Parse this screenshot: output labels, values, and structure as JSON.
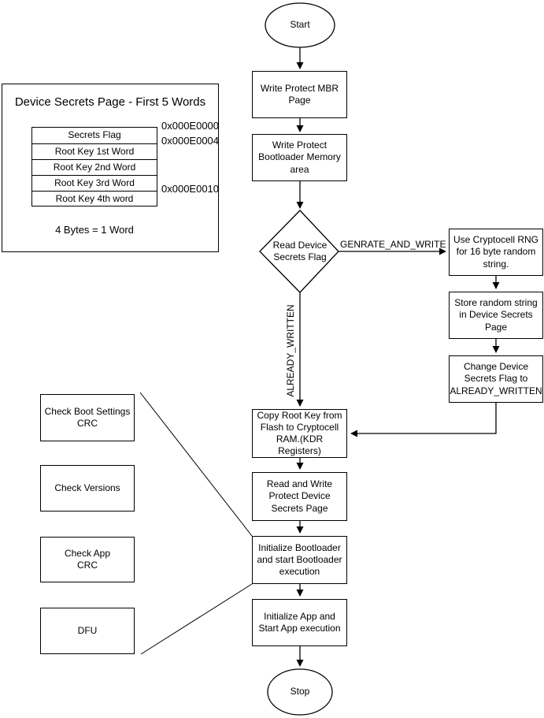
{
  "nodes": {
    "start": "Start",
    "write_protect_mbr": "Write Protect MBR\nPage",
    "write_protect_bootloader": "Write Protect\nBootloader Memory\narea",
    "read_secrets_flag": "Read Device\nSecrets Flag",
    "use_rng": "Use Cryptocell RNG\nfor 16 byte random\nstring.",
    "store_random": "Store random string\nin Device Secrets\nPage",
    "change_flag": "Change Device\nSecrets Flag to\nALREADY_WRITTEN",
    "copy_root_key": "Copy Root Key from\nFlash to Cryptocell\nRAM.(KDR\nRegisters)",
    "rw_protect": "Read and Write\nProtect Device\nSecrets Page",
    "init_bootloader": "Initialize Bootloader\nand start Bootloader\nexecution",
    "init_app": "Initialize App and\nStart App execution",
    "stop": "Stop"
  },
  "edges": {
    "generate_and_write": "GENRATE_AND_WRITE",
    "already_written": "ALREADY_WRITTEN"
  },
  "legend": {
    "title": "Device Secrets Page - First 5 Words",
    "rows": [
      "Secrets Flag",
      "Root Key 1st Word",
      "Root Key 2nd Word",
      "Root Key 3rd Word",
      "Root Key 4th word"
    ],
    "addresses": [
      "0x000E0000",
      "0x000E0004",
      "0x000E0010"
    ],
    "scale_label": "4 Bytes = 1 Word"
  },
  "side_tasks": [
    "Check Boot Settings\nCRC",
    "Check Versions",
    "Check App\nCRC",
    "DFU"
  ],
  "colors": {
    "stroke": "#000000",
    "background": "#ffffff"
  }
}
